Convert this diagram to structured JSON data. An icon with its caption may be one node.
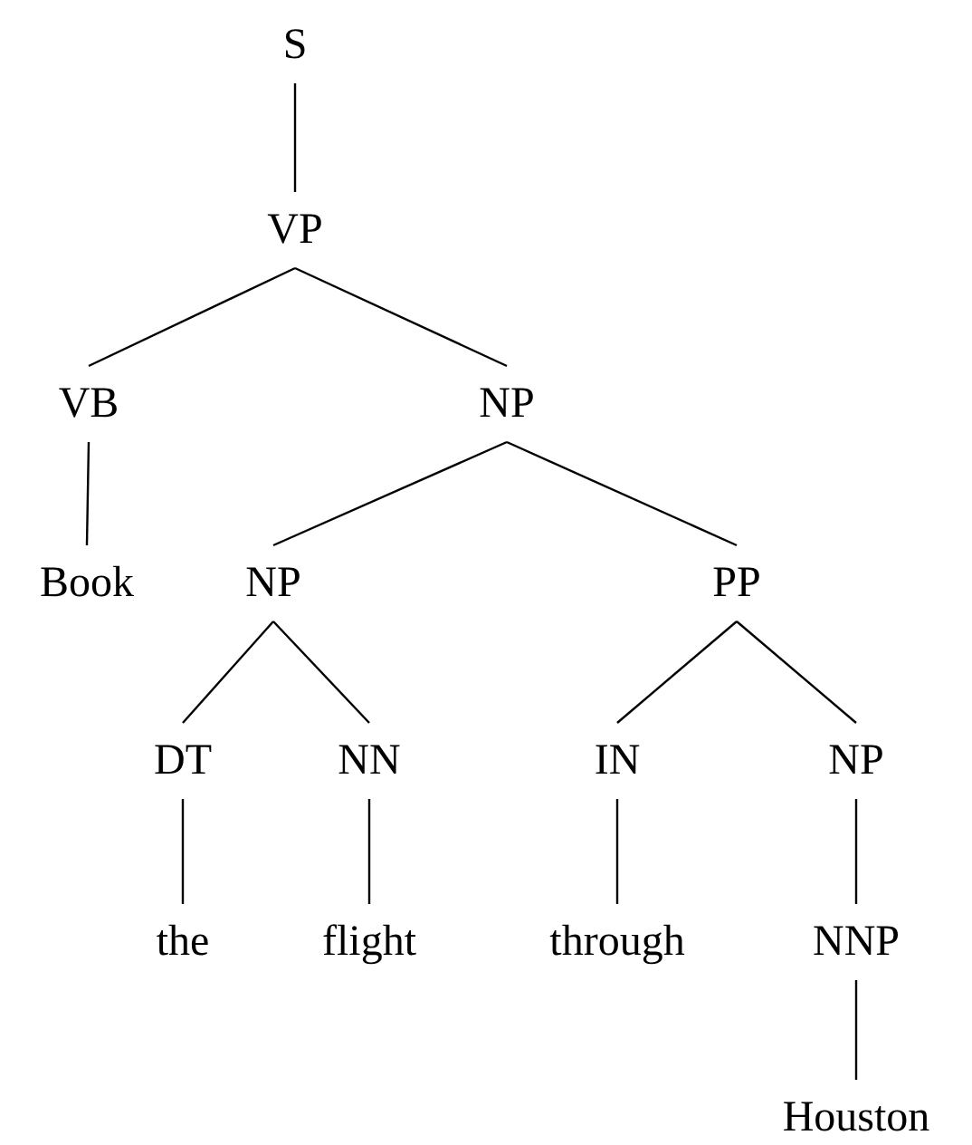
{
  "diagram": {
    "nodes": [
      {
        "text": [
          "S"
        ]
      },
      {
        "text": [
          "VP"
        ]
      },
      {
        "text": [
          "VB"
        ]
      },
      {
        "text": [
          "NP"
        ]
      },
      {
        "text": [
          "Book"
        ]
      },
      {
        "text": [
          "NP"
        ]
      },
      {
        "text": [
          "PP"
        ]
      },
      {
        "text": [
          "DT"
        ]
      },
      {
        "text": [
          "NN"
        ]
      },
      {
        "text": [
          "IN"
        ]
      },
      {
        "text": [
          "NP"
        ]
      },
      {
        "text": [
          "the"
        ]
      },
      {
        "text": [
          "flight"
        ]
      },
      {
        "text": [
          "through"
        ]
      },
      {
        "text": [
          "NNP"
        ]
      },
      {
        "text": [
          "Houston"
        ]
      }
    ],
    "edges": [
      {
        "from": 0,
        "to": 1,
        "arrow": "none"
      },
      {
        "from": 1,
        "to": 2,
        "arrow": "none"
      },
      {
        "from": 1,
        "to": 3,
        "arrow": "none"
      },
      {
        "from": 2,
        "to": 4,
        "arrow": "none"
      },
      {
        "from": 3,
        "to": 5,
        "arrow": "none"
      },
      {
        "from": 3,
        "to": 6,
        "arrow": "none"
      },
      {
        "from": 5,
        "to": 7,
        "arrow": "none"
      },
      {
        "from": 5,
        "to": 8,
        "arrow": "none"
      },
      {
        "from": 6,
        "to": 9,
        "arrow": "none"
      },
      {
        "from": 6,
        "to": 10,
        "arrow": "none"
      },
      {
        "from": 7,
        "to": 11,
        "arrow": "none"
      },
      {
        "from": 8,
        "to": 12,
        "arrow": "none"
      },
      {
        "from": 9,
        "to": 13,
        "arrow": "none"
      },
      {
        "from": 10,
        "to": 14,
        "arrow": "none"
      },
      {
        "from": 14,
        "to": 15,
        "arrow": "none"
      }
    ]
  }
}
